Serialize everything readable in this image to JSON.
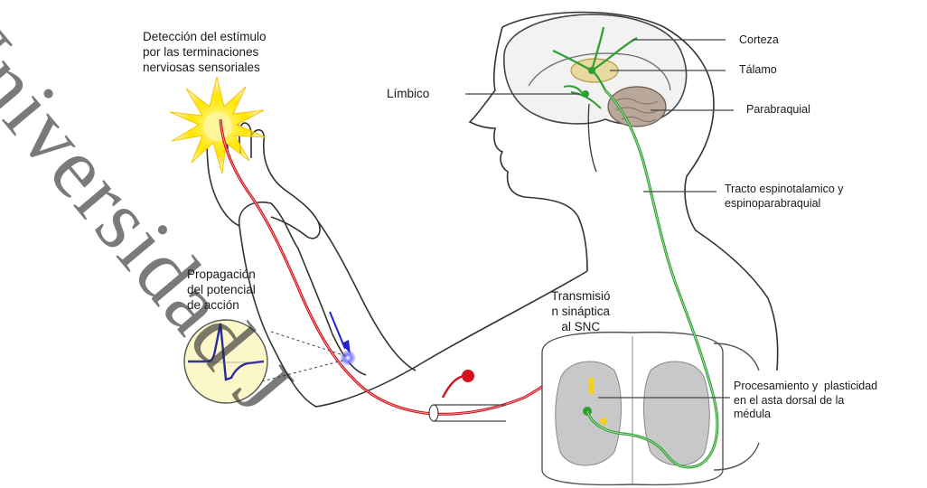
{
  "labels": {
    "deteccion": "Detección del estímulo\npor las terminaciones\nnerviosas sensoriales",
    "limbico": "Límbico",
    "corteza": "Corteza",
    "talamo": "Tálamo",
    "parabraquial": "Parabraquial",
    "tracto": "Tracto espinotalamico y\nespinoparabraquial",
    "propagacion": "Propagación\ndel potencial\nde acción",
    "transmision": "Transmisió\nn sináptica\nal SNC",
    "procesamiento": "Procesamiento y  plasticidad\nen el asta dorsal de la\nmédula"
  },
  "watermark": "Universidad J",
  "colors": {
    "afferent_fiber": "#d0101a",
    "ascending_tract": "#2e9e2e",
    "outline": "#333333",
    "brain_fill": "#f2f2f2",
    "thalamus_fill": "#e8d9a0",
    "cerebellum_fill": "#b9a79a",
    "gray_matter": "#c8c8c8",
    "stimulus": "#ffe600",
    "oscilloscope_fill": "#fbf7c8",
    "action_potential": "#2a2aa0"
  }
}
